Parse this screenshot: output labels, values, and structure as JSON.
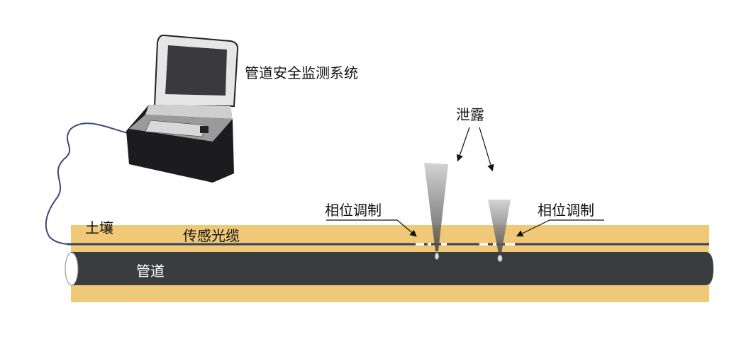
{
  "labels": {
    "system": "管道安全监测系统",
    "leak": "泄露",
    "phase_mod_left": "相位调制",
    "phase_mod_right": "相位调制",
    "soil": "土壤",
    "cable": "传感光缆",
    "pipe": "管道"
  },
  "colors": {
    "soil": "#efc878",
    "pipe": "#3b3c3f",
    "cable": "#3c4058",
    "device_body": "#1c1c1e"
  }
}
